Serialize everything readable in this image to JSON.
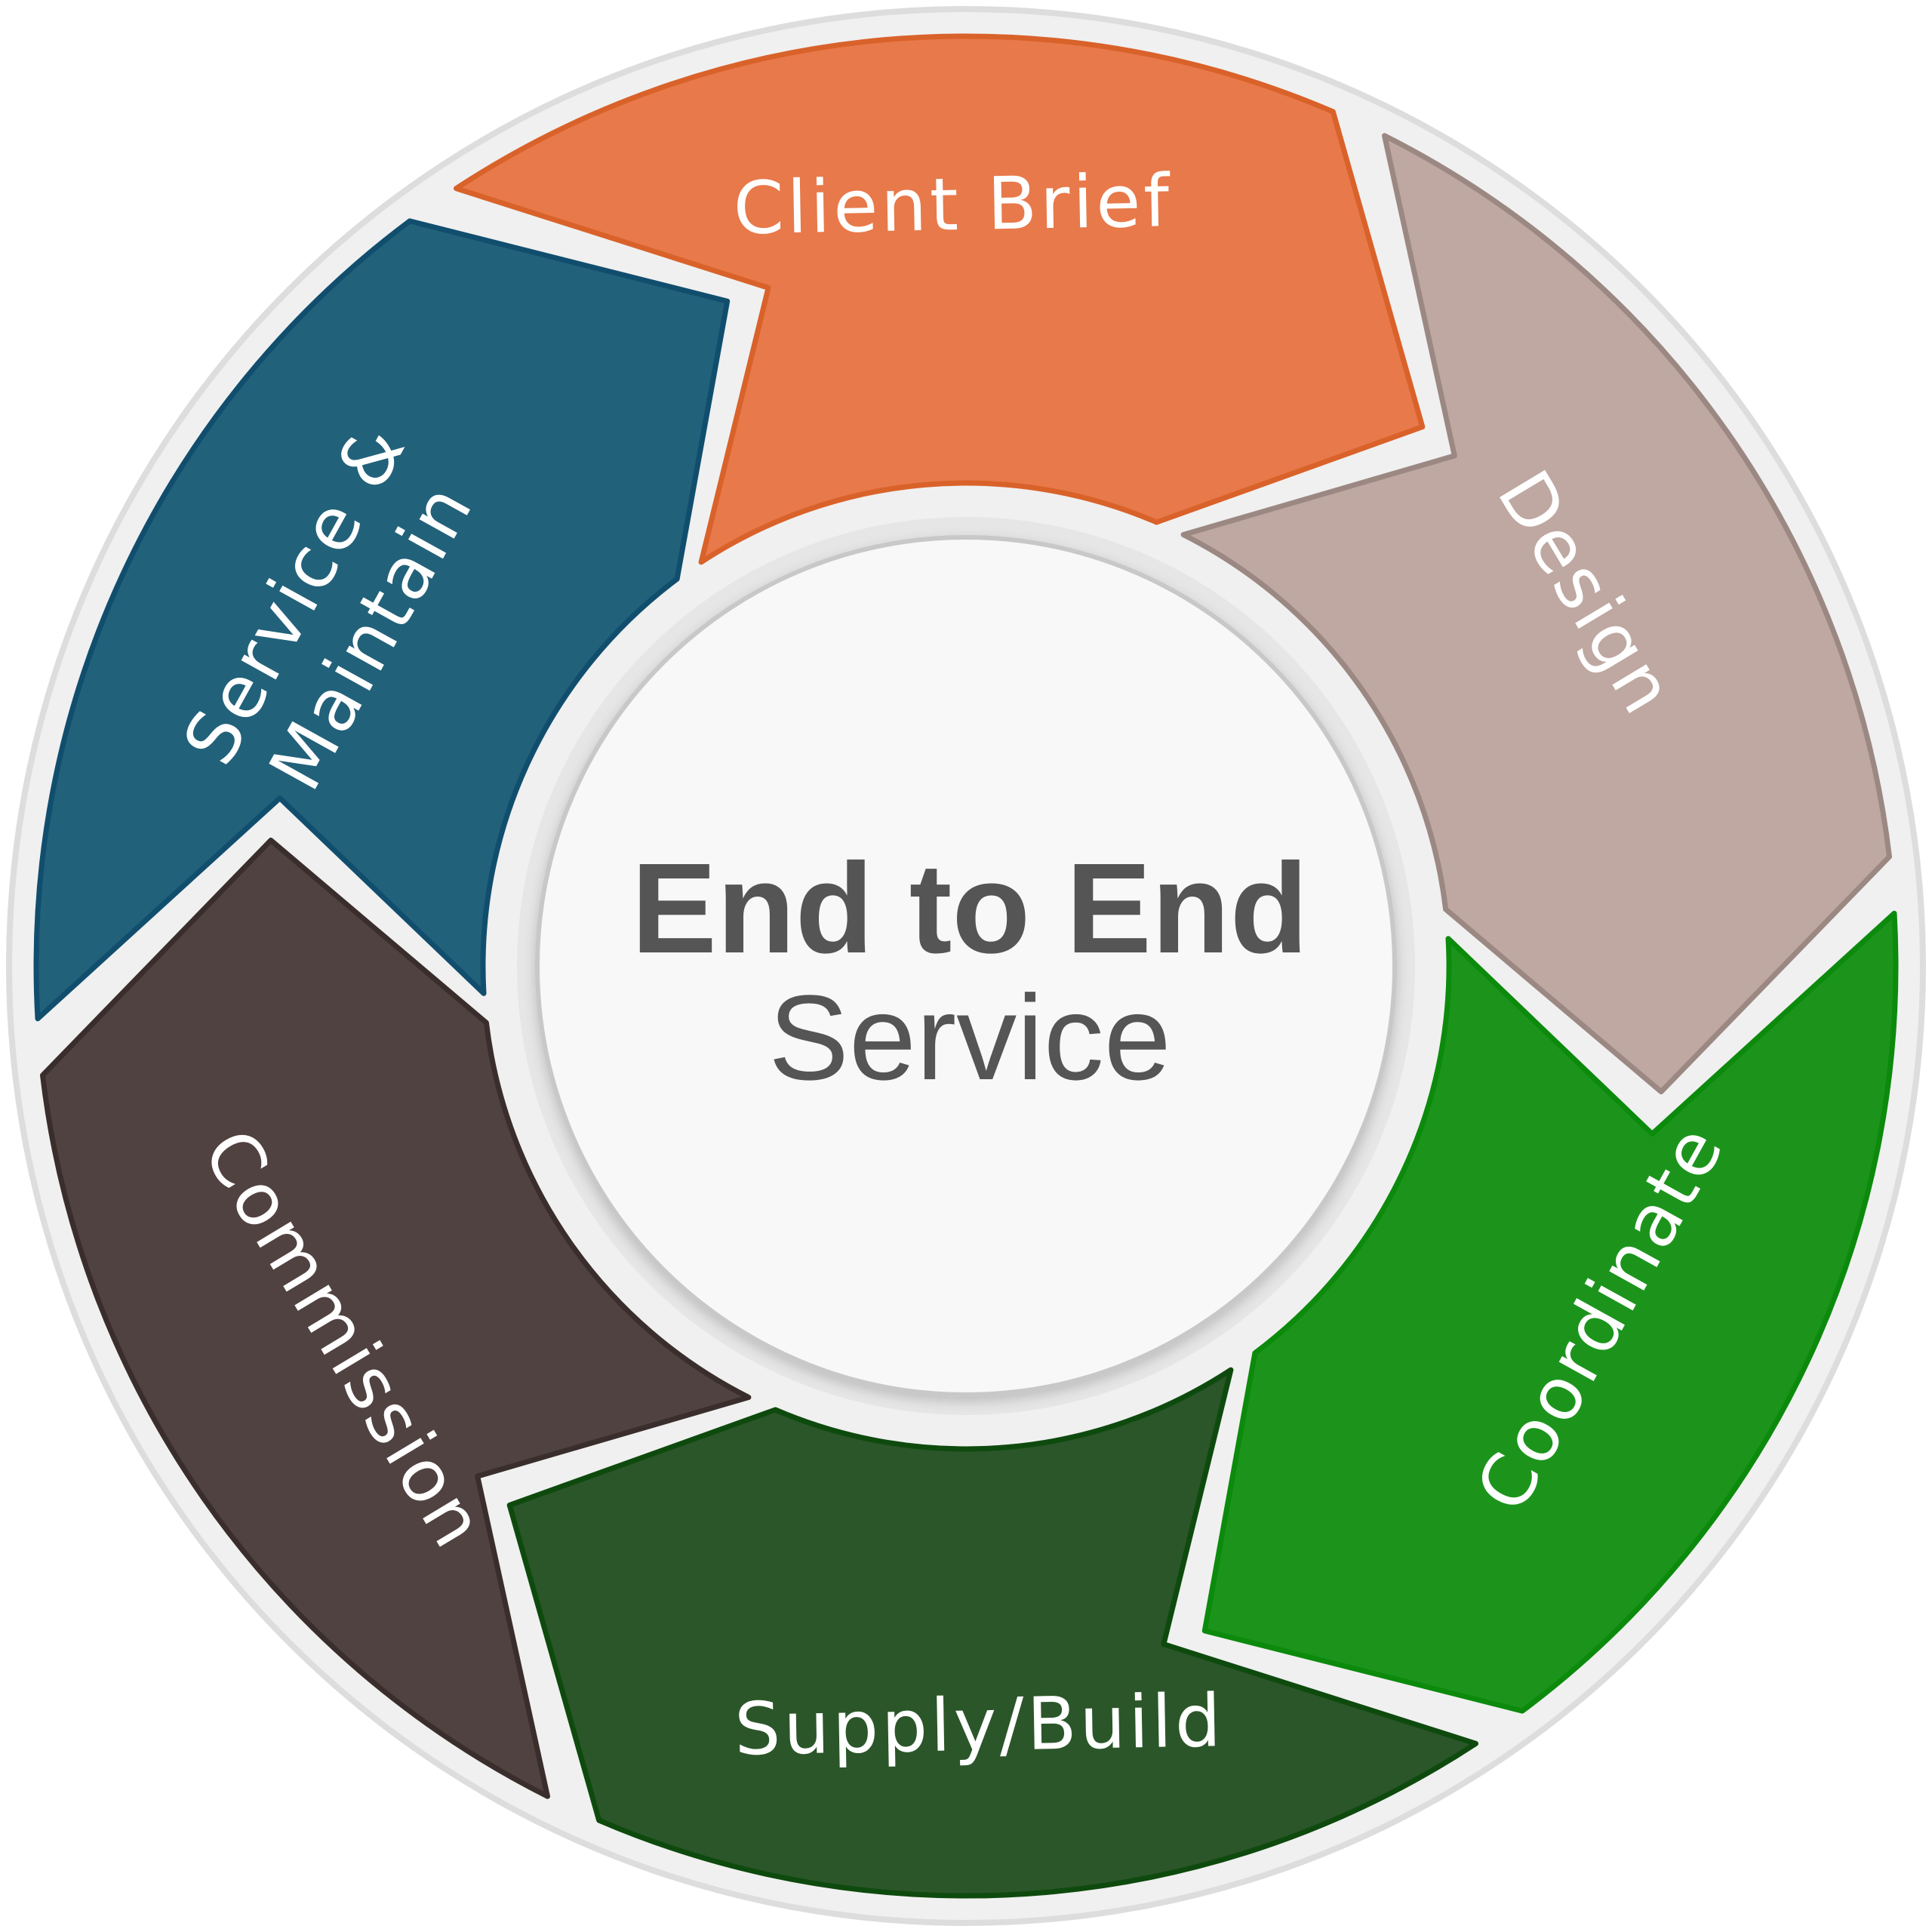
{
  "center": {
    "title": "End to End",
    "subtitle": "Service"
  },
  "segments": [
    {
      "label": "Client Brief",
      "fill": "#E8794A",
      "stroke": "#D9622A"
    },
    {
      "label": "Design",
      "fill": "#BEA8A1",
      "stroke": "#9C8883"
    },
    {
      "label": "Coordinate",
      "fill": "#1C941C",
      "stroke": "#0C8A0C"
    },
    {
      "label": "Supply/Build",
      "fill": "#2B5629",
      "stroke": "#0E4A0E"
    },
    {
      "label": "Commission",
      "fill": "#504240",
      "stroke": "#3A2E2C"
    },
    {
      "label": "Service &",
      "label2": "Maintain",
      "fill": "#22617A",
      "stroke": "#114E6E"
    }
  ],
  "colors": {
    "outer_ring": "#F0F0F0",
    "outer_ring_edge": "#DDDDDD",
    "inner_circle": "#F8F8F8",
    "inner_circle_edge": "#C8C8C8",
    "text_center": "#555555",
    "text_segment": "#FFFFFF"
  }
}
